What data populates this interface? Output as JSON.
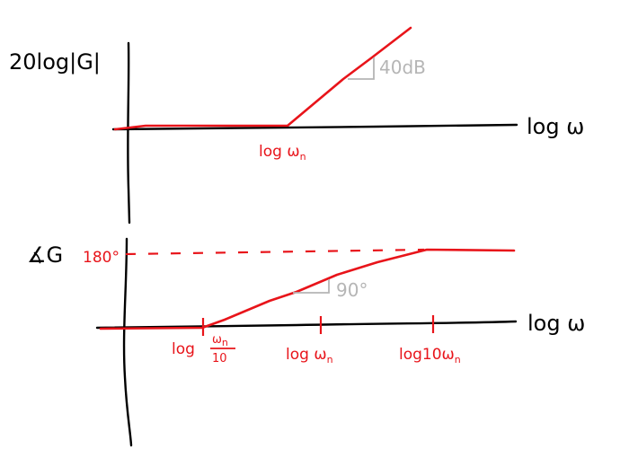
{
  "magnitude_plot": {
    "y_label": "20log|G|",
    "x_label": "log ω",
    "corner_label": "log ω",
    "corner_label_sub": "n",
    "slope_label": "40dB"
  },
  "phase_plot": {
    "y_label": "∡G",
    "x_label": "log ω",
    "asymptote_label": "180°",
    "slope_label": "90°",
    "ticks": [
      {
        "label": "log",
        "frac_num": "ω",
        "frac_num_sub": "n",
        "frac_den": "10"
      },
      {
        "label": "log ω",
        "sub": "n"
      },
      {
        "label": "log10ω",
        "sub": "n"
      }
    ]
  },
  "colors": {
    "axes": "#000000",
    "curve": "#e8141a",
    "annotation": "#b5b5b5"
  }
}
